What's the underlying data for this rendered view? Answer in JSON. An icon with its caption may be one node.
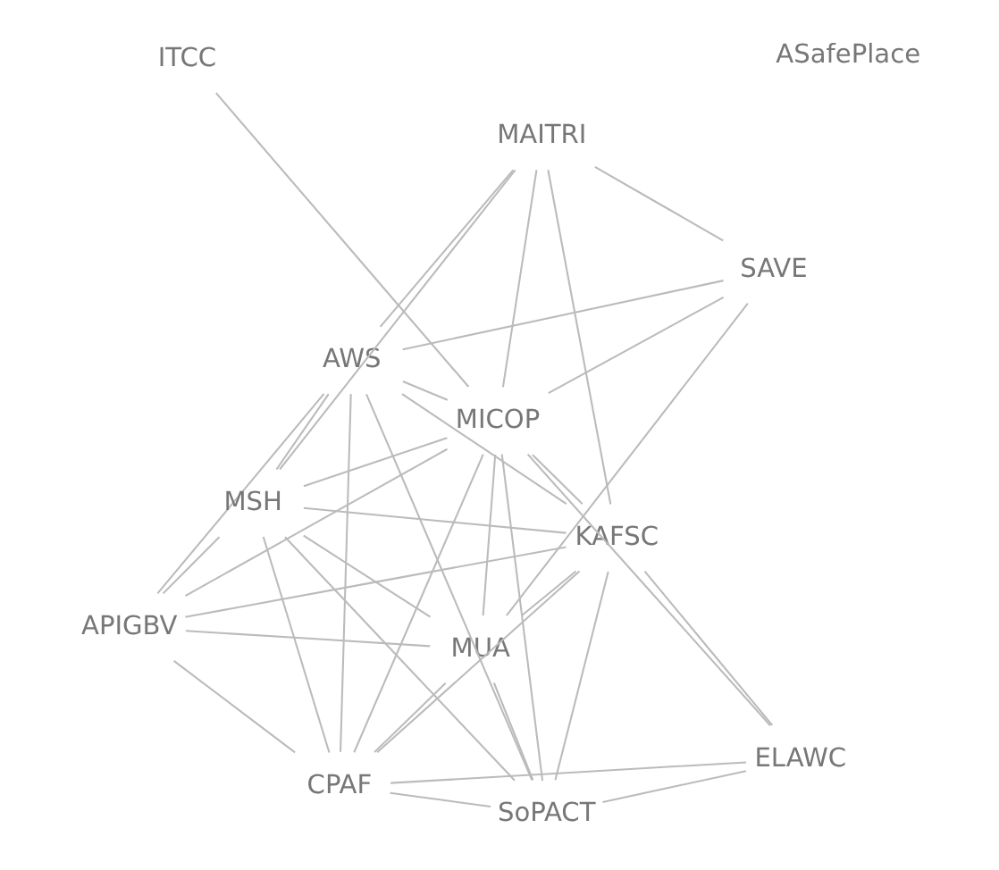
{
  "diagram": {
    "nodes": [
      {
        "text": [
          "ASafePlace"
        ]
      },
      {
        "text": [
          "APIGBV"
        ]
      },
      {
        "text": [
          "MSH"
        ]
      },
      {
        "text": [
          "MUA"
        ]
      },
      {
        "text": [
          "MAITRI"
        ]
      },
      {
        "text": [
          "KAFSC"
        ]
      },
      {
        "text": [
          "CPAF"
        ]
      },
      {
        "text": [
          "AWS"
        ]
      },
      {
        "text": [
          "SAVE"
        ]
      },
      {
        "text": [
          "MICOP"
        ]
      },
      {
        "text": [
          "ELAWC"
        ]
      },
      {
        "text": [
          "SoPACT"
        ]
      },
      {
        "text": [
          "ITCC"
        ]
      }
    ],
    "edges": [
      {
        "from": 2,
        "to": 1,
        "arrow": "none"
      },
      {
        "from": 2,
        "to": 4,
        "arrow": "none"
      },
      {
        "from": 2,
        "to": 3,
        "arrow": "none"
      },
      {
        "from": 2,
        "to": 7,
        "arrow": "none"
      },
      {
        "from": 2,
        "to": 9,
        "arrow": "none"
      },
      {
        "from": 2,
        "to": 5,
        "arrow": "none"
      },
      {
        "from": 2,
        "to": 6,
        "arrow": "none"
      },
      {
        "from": 2,
        "to": 11,
        "arrow": "none"
      },
      {
        "from": 1,
        "to": 5,
        "arrow": "none"
      },
      {
        "from": 1,
        "to": 6,
        "arrow": "none"
      },
      {
        "from": 1,
        "to": 9,
        "arrow": "none"
      },
      {
        "from": 1,
        "to": 7,
        "arrow": "none"
      },
      {
        "from": 1,
        "to": 3,
        "arrow": "none"
      },
      {
        "from": 5,
        "to": 6,
        "arrow": "none"
      },
      {
        "from": 5,
        "to": 3,
        "arrow": "none"
      },
      {
        "from": 5,
        "to": 4,
        "arrow": "none"
      },
      {
        "from": 5,
        "to": 7,
        "arrow": "none"
      },
      {
        "from": 5,
        "to": 9,
        "arrow": "none"
      },
      {
        "from": 5,
        "to": 10,
        "arrow": "none"
      },
      {
        "from": 5,
        "to": 11,
        "arrow": "none"
      },
      {
        "from": 6,
        "to": 3,
        "arrow": "none"
      },
      {
        "from": 6,
        "to": 7,
        "arrow": "none"
      },
      {
        "from": 6,
        "to": 9,
        "arrow": "none"
      },
      {
        "from": 6,
        "to": 11,
        "arrow": "none"
      },
      {
        "from": 6,
        "to": 10,
        "arrow": "none"
      },
      {
        "from": 10,
        "to": 11,
        "arrow": "none"
      },
      {
        "from": 10,
        "to": 9,
        "arrow": "none"
      },
      {
        "from": 11,
        "to": 3,
        "arrow": "none"
      },
      {
        "from": 11,
        "to": 7,
        "arrow": "none"
      },
      {
        "from": 11,
        "to": 9,
        "arrow": "none"
      },
      {
        "from": 3,
        "to": 8,
        "arrow": "none"
      },
      {
        "from": 3,
        "to": 9,
        "arrow": "none"
      },
      {
        "from": 7,
        "to": 4,
        "arrow": "none"
      },
      {
        "from": 7,
        "to": 8,
        "arrow": "none"
      },
      {
        "from": 7,
        "to": 9,
        "arrow": "none"
      },
      {
        "from": 4,
        "to": 8,
        "arrow": "none"
      },
      {
        "from": 4,
        "to": 9,
        "arrow": "none"
      },
      {
        "from": 9,
        "to": 8,
        "arrow": "none"
      },
      {
        "from": 9,
        "to": 12,
        "arrow": "none"
      }
    ]
  }
}
